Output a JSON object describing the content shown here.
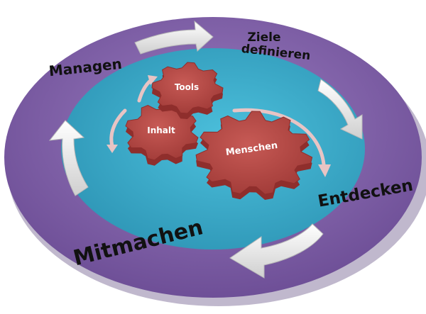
{
  "colors": {
    "outer_ring": "#7a5aa0",
    "outer_ring_light": "#9a7cc0",
    "inner_circle": "#38a9c7",
    "gear": "#b54a47",
    "gear_dark": "#8f2e2c",
    "arrow": "#f4f4f4",
    "small_arrow": "#e8c4c4"
  },
  "phases": {
    "goals_line1": "Ziele",
    "goals_line2": "definieren",
    "discover": "Entdecken",
    "participate": "Mitmachen",
    "manage": "Managen"
  },
  "gears": {
    "tools": "Tools",
    "content": "Inhalt",
    "people": "Menschen"
  },
  "icons": {
    "cycle_arrows": "curved-arrow-icon",
    "gears": "gear-icon"
  }
}
